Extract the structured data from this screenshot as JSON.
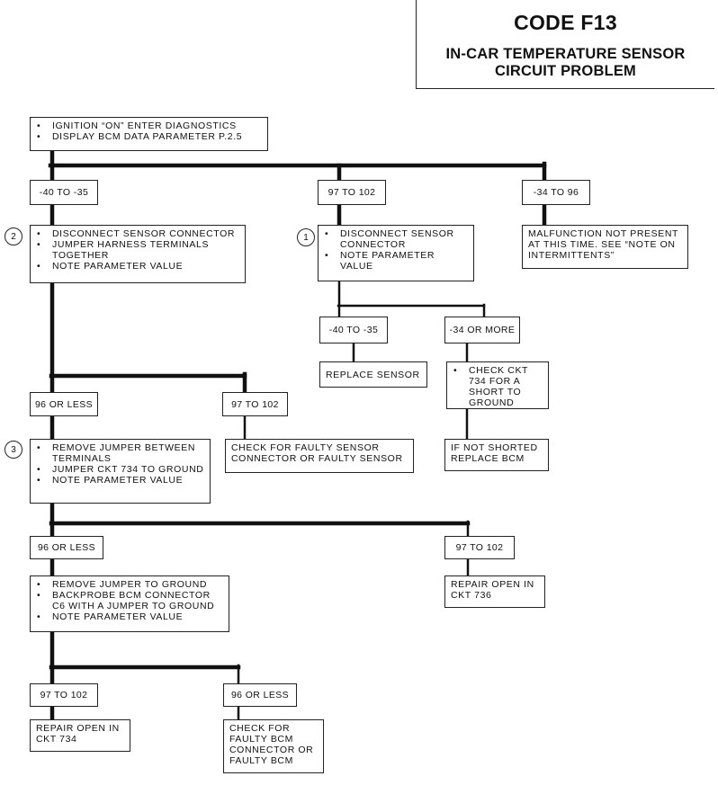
{
  "title": {
    "code": "CODE F13",
    "line1": "IN-CAR TEMPERATURE SENSOR",
    "line2": "CIRCUIT PROBLEM"
  },
  "start": {
    "steps": [
      "IGNITION “ON”   ENTER DIAGNOSTICS",
      "DISPLAY BCM DATA PARAMETER P.2.5"
    ]
  },
  "branch1": {
    "label_low": "-40 TO -35",
    "label_normal": "97 TO 102",
    "label_mid": "-34 TO 96"
  },
  "test2": {
    "number": "2",
    "steps": [
      "DISCONNECT SENSOR CONNECTOR",
      "JUMPER HARNESS TERMINALS TOGETHER",
      "NOTE PARAMETER VALUE"
    ]
  },
  "test1": {
    "number": "1",
    "steps": [
      "DISCONNECT SENSOR CONNECTOR",
      "NOTE PARAMETER VALUE"
    ]
  },
  "intermittent": {
    "text": "MALFUNCTION NOT PRESENT AT THIS TIME. SEE “NOTE ON INTERMITTENTS”"
  },
  "branch_t1": {
    "label_low": "-40 TO -35",
    "label_high": "-34 OR MORE"
  },
  "replace_sensor": {
    "text": "REPLACE SENSOR"
  },
  "check_734": {
    "steps": [
      "CHECK CKT 734 FOR A SHORT TO GROUND"
    ]
  },
  "not_shorted": {
    "text": "IF NOT SHORTED REPLACE BCM"
  },
  "branch_t2": {
    "label_low": "96 OR LESS",
    "label_normal": "97 TO 102"
  },
  "faulty_sensor": {
    "text": "CHECK FOR FAULTY SENSOR CONNECTOR OR FAULTY SENSOR"
  },
  "test3": {
    "number": "3",
    "steps": [
      "REMOVE JUMPER BETWEEN TERMINALS",
      "JUMPER CKT 734 TO GROUND",
      "NOTE PARAMETER VALUE"
    ]
  },
  "branch_t3": {
    "label_low": "96 OR LESS",
    "label_normal": "97 TO 102"
  },
  "backprobe": {
    "steps": [
      "REMOVE JUMPER TO GROUND",
      "BACKPROBE BCM CONNECTOR C6 WITH A JUMPER TO GROUND",
      "NOTE PARAMETER VALUE"
    ]
  },
  "repair_736": {
    "text": "REPAIR OPEN IN CKT 736"
  },
  "branch_t4": {
    "label_normal": "97 TO 102",
    "label_low": "96 OR LESS"
  },
  "repair_734": {
    "text": "REPAIR OPEN IN CKT 734"
  },
  "faulty_bcm": {
    "text": "CHECK FOR FAULTY BCM CONNECTOR OR FAULTY BCM"
  }
}
